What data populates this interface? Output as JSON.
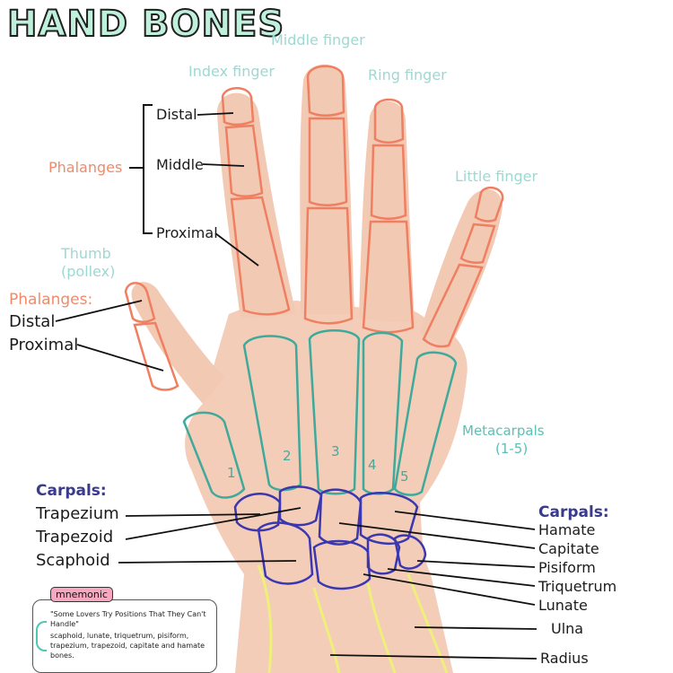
{
  "title": "HAND BONES",
  "fingers": {
    "middle": "Middle finger",
    "index": "Index finger",
    "ring": "Ring finger",
    "little": "Little finger",
    "thumb_line1": "Thumb",
    "thumb_line2": "(pollex)"
  },
  "phalanges": {
    "heading": "Phalanges",
    "distal": "Distal",
    "middle": "Middle",
    "proximal": "Proximal"
  },
  "thumb_phalanges": {
    "heading": "Phalanges:",
    "distal": "Distal",
    "proximal": "Proximal"
  },
  "metacarpals": {
    "line1": "Metacarpals",
    "line2": "(1-5)",
    "numbers": [
      "1",
      "2",
      "3",
      "4",
      "5"
    ]
  },
  "carpals_left": {
    "heading": "Carpals:",
    "items": [
      "Trapezium",
      "Trapezoid",
      "Scaphoid"
    ]
  },
  "carpals_right": {
    "heading": "Carpals:",
    "items": [
      "Hamate",
      "Capitate",
      "Pisiform",
      "Triquetrum",
      "Lunate"
    ]
  },
  "forearm": {
    "ulna": "Ulna",
    "radius": "Radius"
  },
  "mnemonic": {
    "tag": "mnemonic",
    "phrase": "\"Some Lovers Try Positions That They Can't Handle\"",
    "expansion": "scaphoid, lunate, triquetrum, pisiform, trapezium, trapezoid, capitate and hamate bones."
  },
  "colors": {
    "skin": "#f3cdb8",
    "phalanx_outline": "#f07f62",
    "metacarpal_outline": "#3fa99b",
    "carpal_outline": "#3a37b0",
    "forearm_outline": "#eef07a",
    "leader_line": "#111111"
  }
}
